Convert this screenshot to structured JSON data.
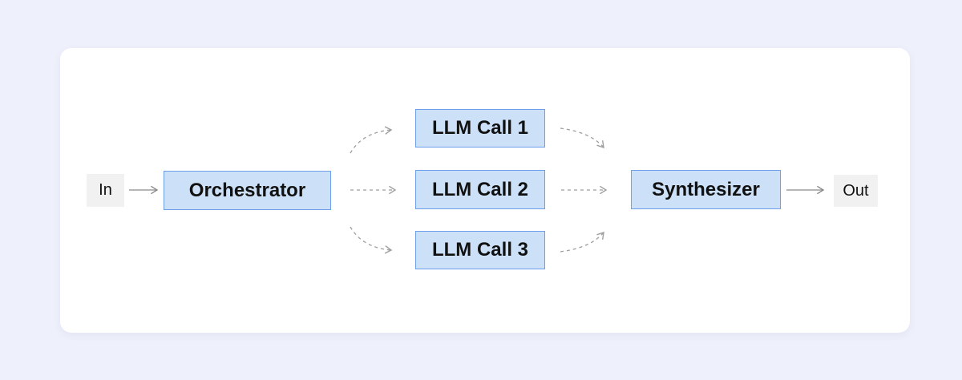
{
  "colors": {
    "page_background": "#eef0fb",
    "card_background": "#ffffff",
    "node_fill": "#cce1f7",
    "node_border": "#6d9eea",
    "io_fill": "#f1f1f1",
    "arrow_solid": "#8a8a8a",
    "arrow_dashed": "#9e9e9e",
    "text": "#111111"
  },
  "diagram": {
    "nodes": {
      "input": {
        "label": "In",
        "type": "io"
      },
      "orchestrator": {
        "label": "Orchestrator",
        "type": "process"
      },
      "llm_call_1": {
        "label": "LLM Call 1",
        "type": "process"
      },
      "llm_call_2": {
        "label": "LLM Call 2",
        "type": "process"
      },
      "llm_call_3": {
        "label": "LLM Call 3",
        "type": "process"
      },
      "synthesizer": {
        "label": "Synthesizer",
        "type": "process"
      },
      "output": {
        "label": "Out",
        "type": "io"
      }
    },
    "edges": [
      {
        "from": "In",
        "to": "Orchestrator",
        "style": "solid"
      },
      {
        "from": "Orchestrator",
        "to": "LLM Call 1",
        "style": "dashed"
      },
      {
        "from": "Orchestrator",
        "to": "LLM Call 2",
        "style": "dashed"
      },
      {
        "from": "Orchestrator",
        "to": "LLM Call 3",
        "style": "dashed"
      },
      {
        "from": "LLM Call 1",
        "to": "Synthesizer",
        "style": "dashed"
      },
      {
        "from": "LLM Call 2",
        "to": "Synthesizer",
        "style": "dashed"
      },
      {
        "from": "LLM Call 3",
        "to": "Synthesizer",
        "style": "dashed"
      },
      {
        "from": "Synthesizer",
        "to": "Out",
        "style": "solid"
      }
    ]
  }
}
